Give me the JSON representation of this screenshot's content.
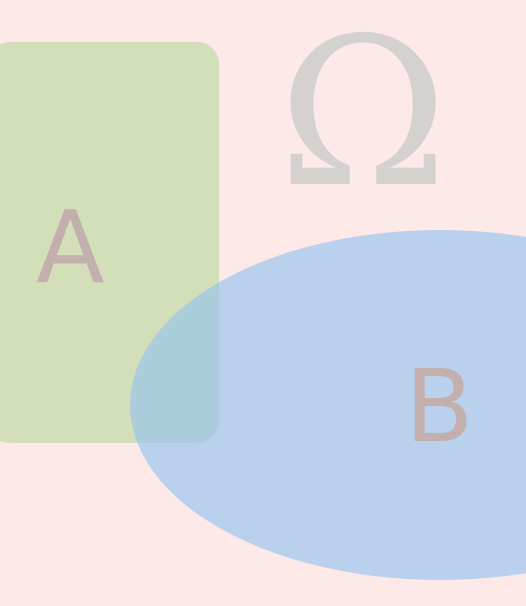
{
  "diagram": {
    "universe_symbol": "Ω",
    "sets": [
      {
        "id": "A",
        "label": "A",
        "color": "#b8d89b"
      },
      {
        "id": "B",
        "label": "B",
        "color": "#96c4ef"
      }
    ]
  },
  "colors": {
    "background": "#fde9e8",
    "label_text": "#c4afaf",
    "universe_symbol": "#d4d1cf"
  }
}
